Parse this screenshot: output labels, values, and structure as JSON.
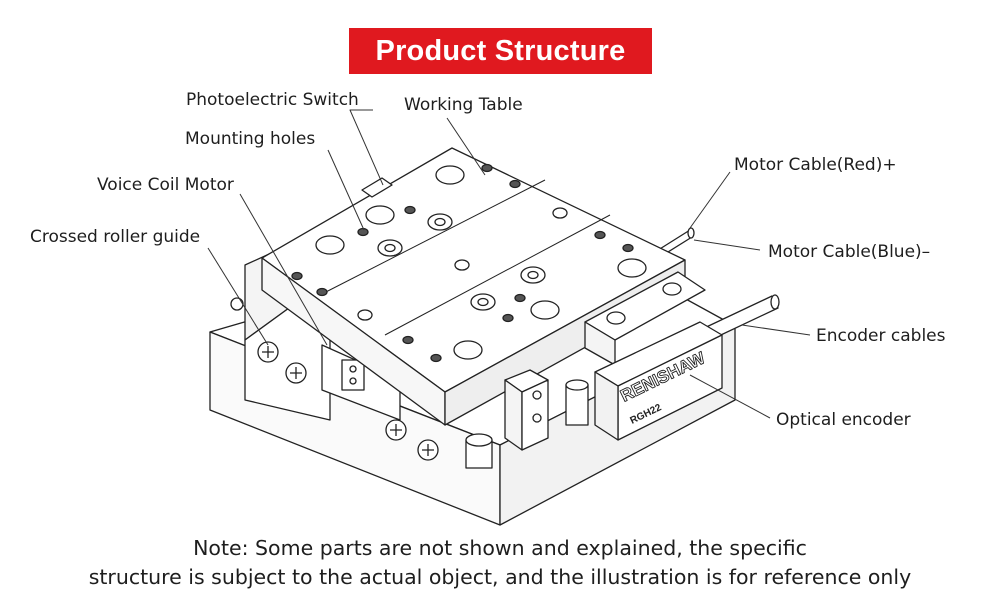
{
  "title": "Product Structure",
  "labels": {
    "photoelectric_switch": "Photoelectric Switch",
    "working_table": "Working Table",
    "mounting_holes": "Mounting holes",
    "voice_coil_motor": "Voice Coil Motor",
    "crossed_roller_guide": "Crossed roller guide",
    "motor_cable_red": "Motor Cable(Red)+",
    "motor_cable_blue": "Motor Cable(Blue)–",
    "encoder_cables": "Encoder cables",
    "optical_encoder": "Optical encoder"
  },
  "encoder_brand": "RENISHAW",
  "encoder_model": "RGH22",
  "note": {
    "line1": "Note: Some parts are not shown and explained, the specific",
    "line2": "structure is subject to the actual object, and the illustration is for reference only"
  },
  "colors": {
    "banner": "#e0191f",
    "banner_text": "#ffffff",
    "line_art": "#222222"
  }
}
